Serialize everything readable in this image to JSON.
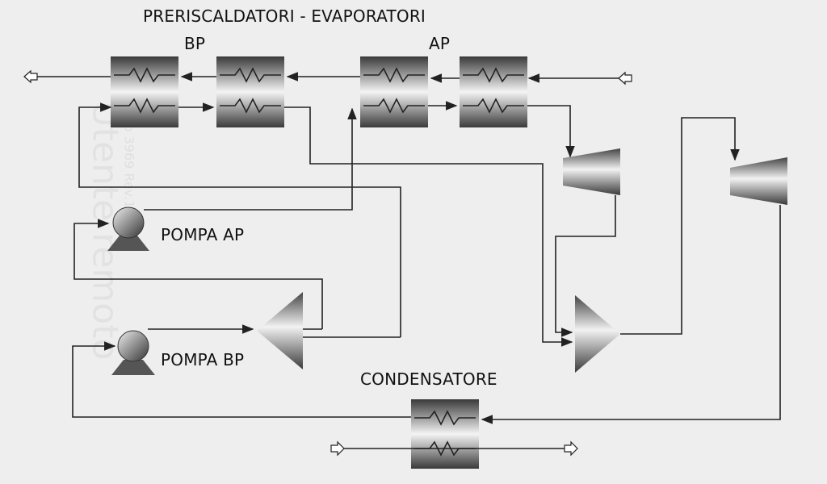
{
  "labels": {
    "title": "PRERISCALDATORI - EVAPORATORI",
    "bp": "BP",
    "ap": "AP",
    "pump_ap": "POMPA AP",
    "pump_bp": "POMPA BP",
    "condenser": "CONDENSATORE"
  },
  "watermark": {
    "text": "Utente remoto",
    "sub": "Lavoro 3969 Rev.1"
  },
  "colors": {
    "background": "#eeeeee",
    "line": "#222222",
    "equipment_dark": "#3a3a3a",
    "equipment_light": "#f4f4f4"
  }
}
